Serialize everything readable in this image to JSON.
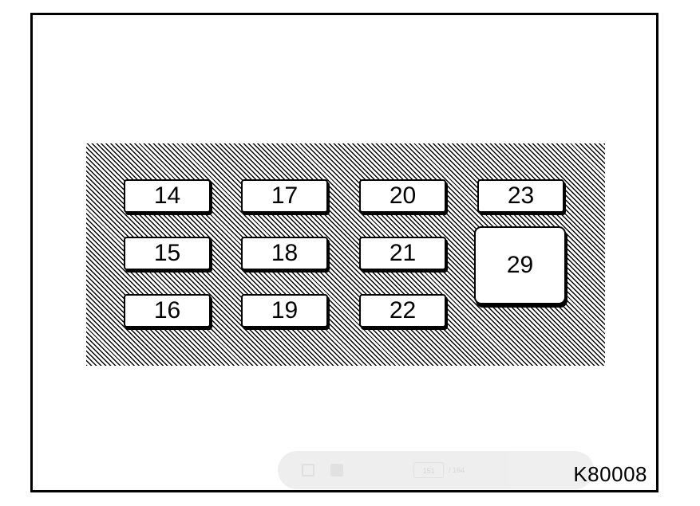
{
  "figure_id": "K80008",
  "fuses": [
    {
      "label": "14",
      "size": "small"
    },
    {
      "label": "17",
      "size": "small"
    },
    {
      "label": "20",
      "size": "small"
    },
    {
      "label": "23",
      "size": "small"
    },
    {
      "label": "15",
      "size": "small"
    },
    {
      "label": "18",
      "size": "small"
    },
    {
      "label": "21",
      "size": "small"
    },
    {
      "label": "29",
      "size": "large"
    },
    {
      "label": "16",
      "size": "small"
    },
    {
      "label": "19",
      "size": "small"
    },
    {
      "label": "22",
      "size": "small"
    }
  ],
  "viewer": {
    "page_current": "151",
    "page_total": "/ 164",
    "save_icon": "save-icon",
    "print_icon": "print-icon"
  }
}
